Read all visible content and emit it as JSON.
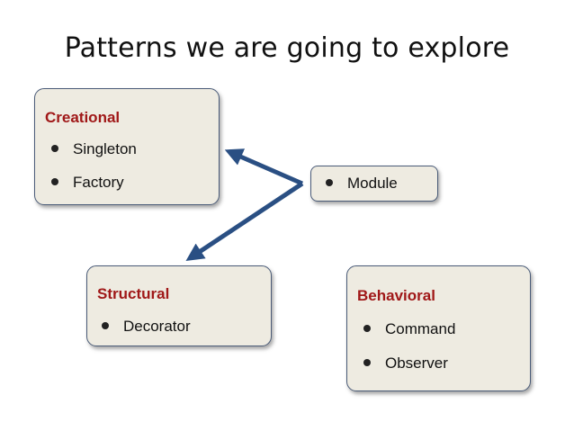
{
  "title": "Patterns we are going to explore",
  "colors": {
    "box_fill": "#eeebe1",
    "box_border": "#4a5b78",
    "heading": "#a01818",
    "arrow": "#2a4f83"
  },
  "creational": {
    "heading": "Creational",
    "items": [
      "Singleton",
      "Factory"
    ]
  },
  "structural": {
    "heading": "Structural",
    "items": [
      "Decorator"
    ]
  },
  "behavioral": {
    "heading": "Behavioral",
    "items": [
      "Command",
      "Observer"
    ]
  },
  "module": {
    "items": [
      "Module"
    ]
  }
}
